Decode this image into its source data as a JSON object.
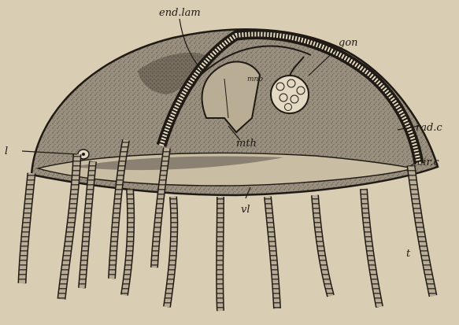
{
  "figure": {
    "labels": {
      "end_lam": "end.lam",
      "gon": "gon",
      "mnb": "mnb",
      "l": "l",
      "mth": "mth",
      "rad_c": "rad.c",
      "cir_c": "cir.c",
      "vl": "vl",
      "t": "t"
    },
    "colors": {
      "paper": "#d9cdb4",
      "ink": "#1f1a14",
      "bell_fill": "#9a907f",
      "bell_shade": "#6f6658",
      "velum": "#c9bda3"
    }
  }
}
